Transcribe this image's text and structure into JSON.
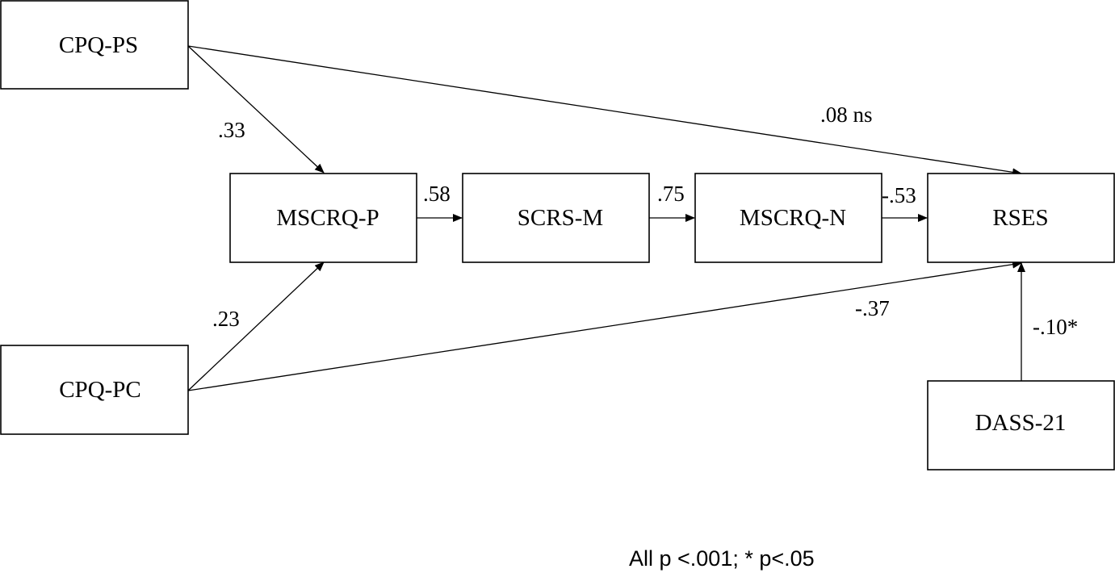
{
  "nodes": {
    "cpq_ps": "CPQ-PS",
    "cpq_pc": "CPQ-PC",
    "mscrq_p": "MSCRQ-P",
    "scrs_m": "SCRS-M",
    "mscrq_n": "MSCRQ-N",
    "rses": "RSES",
    "dass_21": "DASS-21"
  },
  "edges": {
    "cpq_ps_to_mscrq_p": ".33",
    "cpq_ps_to_rses": ".08 ns",
    "cpq_pc_to_mscrq_p": ".23",
    "cpq_pc_to_rses": "-.37",
    "mscrq_p_to_scrs_m": ".58",
    "scrs_m_to_mscrq_n": ".75",
    "mscrq_n_to_rses": "-.53",
    "dass_21_to_rses": "-.10*"
  },
  "footnote": "All p <.001; * p<.05"
}
